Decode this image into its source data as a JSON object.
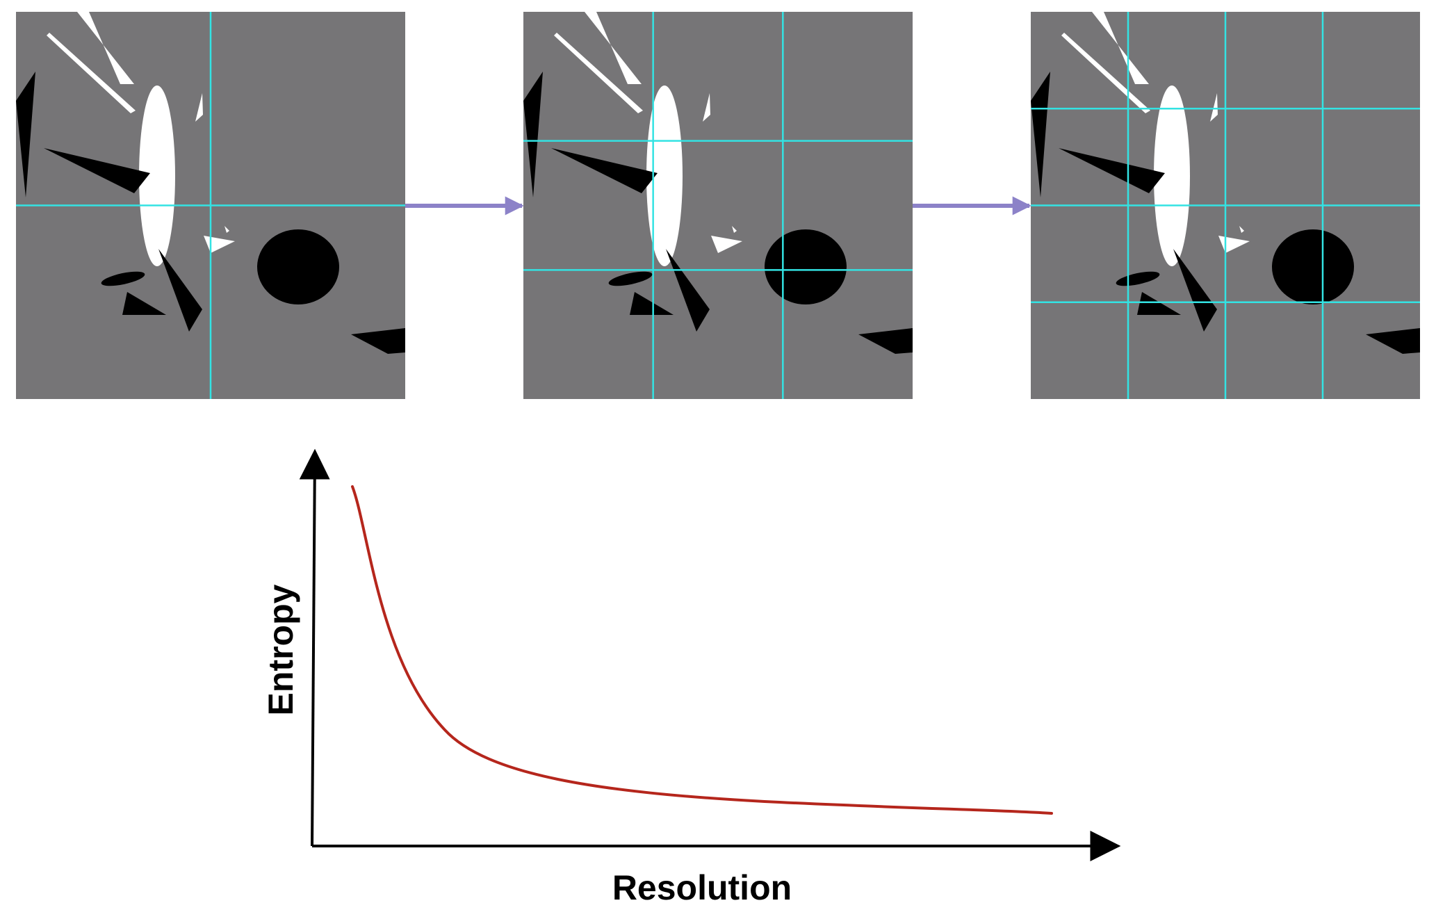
{
  "diagram": {
    "panels": [
      {
        "grid_divisions": 2
      },
      {
        "grid_divisions": 3
      },
      {
        "grid_divisions": 4
      }
    ],
    "colors": {
      "panel_background": "#767577",
      "grid_line": "#33e3e3",
      "arrow": "#8c82c8",
      "curve": "#b5261c",
      "axis": "#000000",
      "shape_dark": "#000000",
      "shape_light": "#ffffff"
    }
  },
  "chart_data": {
    "type": "line",
    "xlabel": "Resolution",
    "ylabel": "Entropy",
    "trend": "decreasing",
    "x_ticks_shown": false,
    "y_ticks_shown": false
  }
}
